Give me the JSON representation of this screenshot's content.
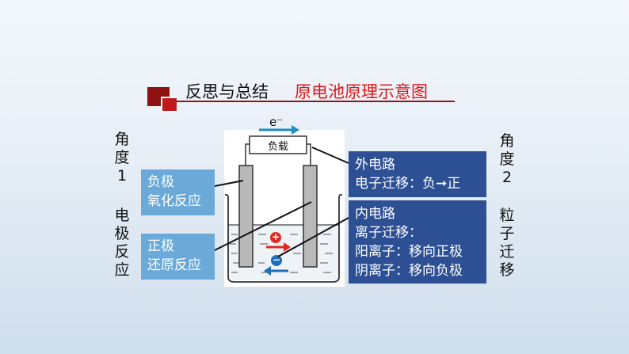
{
  "title": {
    "main": "反思与总结",
    "sub": "原电池原理示意图"
  },
  "left_side": {
    "angle_label": [
      "角",
      "度",
      "1"
    ],
    "reaction_label": [
      "电",
      "极",
      "反",
      "应"
    ]
  },
  "right_side": {
    "angle_label": [
      "角",
      "度",
      "2"
    ],
    "migration_label": [
      "粒",
      "子",
      "迁",
      "移"
    ]
  },
  "diagram": {
    "electron_label": "e⁻",
    "load_label": "负载",
    "cation_sign": "+",
    "anion_sign": "−"
  },
  "boxes": {
    "negative": {
      "line1": "负极",
      "line2": "氧化反应"
    },
    "positive": {
      "line1": "正极",
      "line2": "还原反应"
    },
    "external": {
      "line1": "外电路",
      "line2": "电子迁移：负➞正"
    },
    "internal": {
      "line1": "内电路",
      "line2": "离子迁移：",
      "line3": "阳离子：移向正极",
      "line4": "阴离子：移向负极"
    }
  },
  "colors": {
    "title_accent": "#c0181b",
    "box_dark": "#2d4f93",
    "box_light": "#6aa9d8",
    "arrow_teal": "#1f8fc0",
    "cation_red": "#e12a1f",
    "anion_blue": "#1e6eb8"
  }
}
